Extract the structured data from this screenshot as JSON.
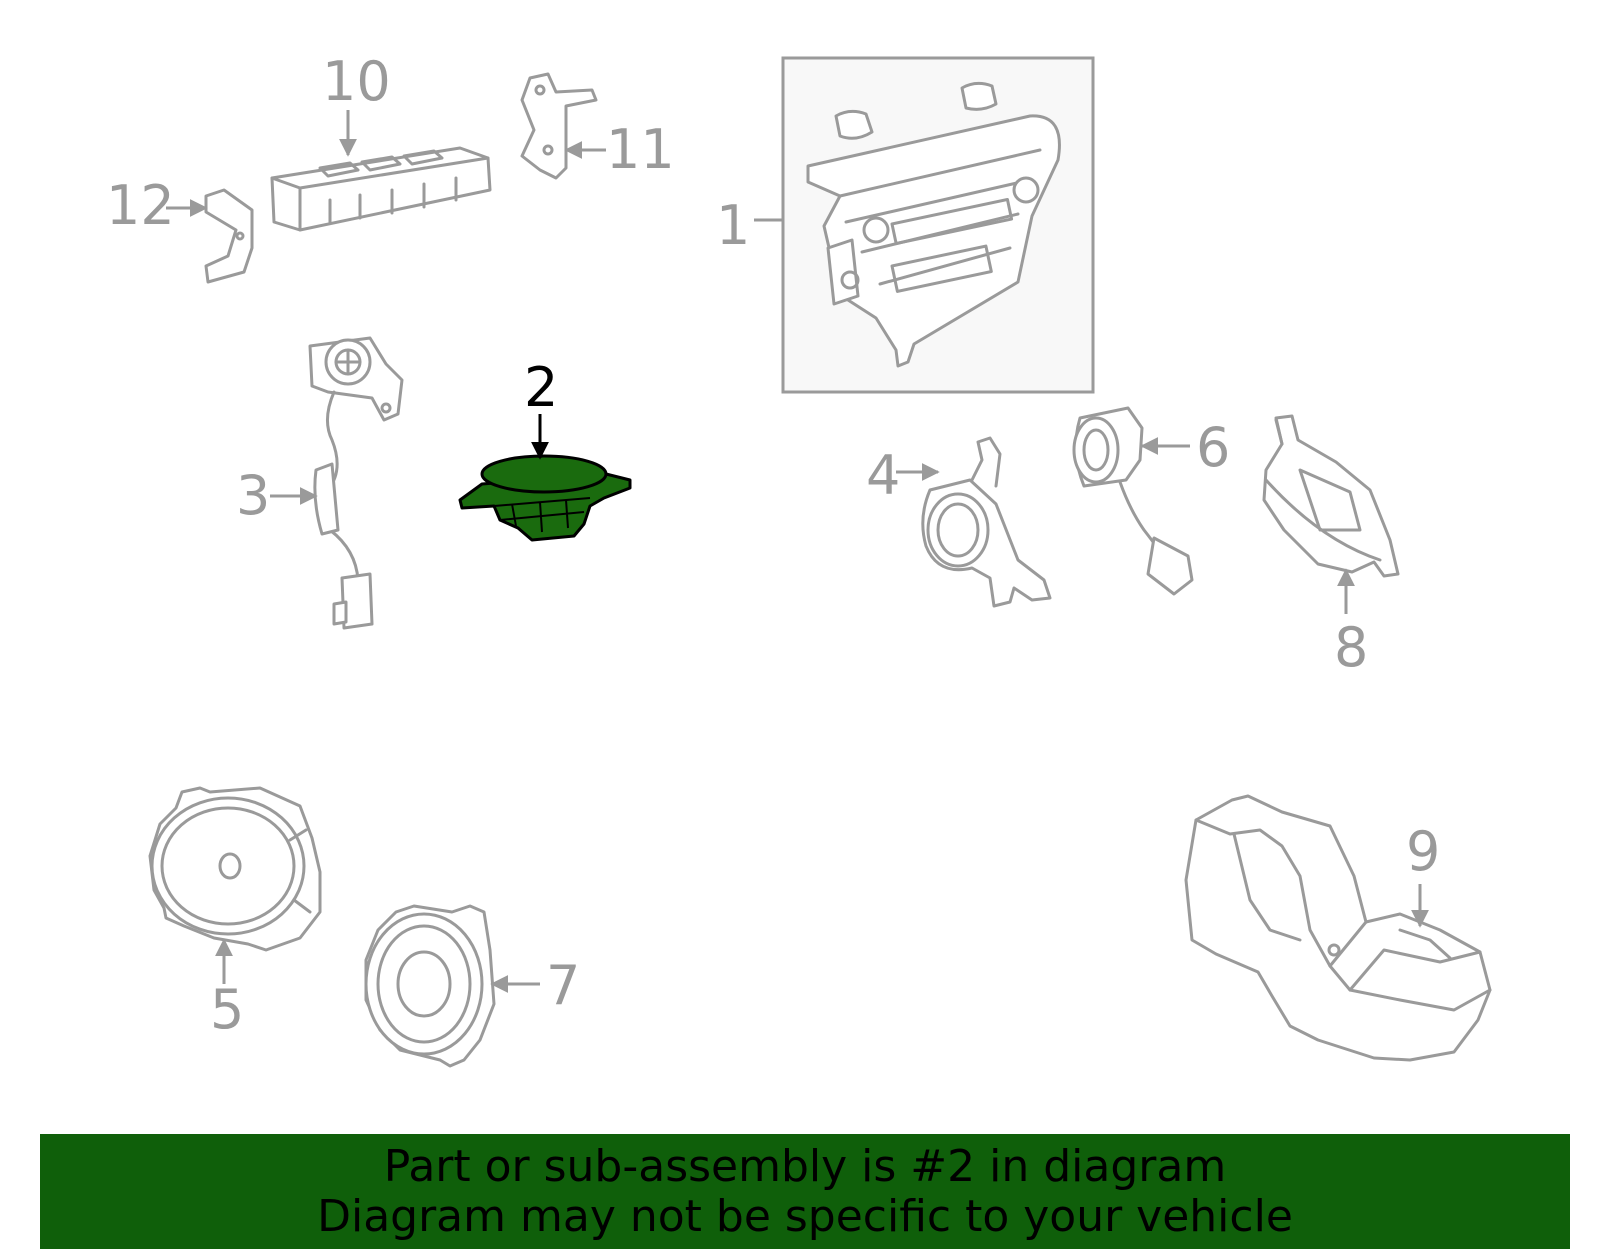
{
  "diagram": {
    "highlighted_part": "2",
    "callouts": [
      "1",
      "2",
      "3",
      "4",
      "5",
      "6",
      "7",
      "8",
      "9",
      "10",
      "11",
      "12"
    ]
  },
  "banner": {
    "line1": "Part or sub-assembly is #2 in diagram",
    "line2": "Diagram may not be specific to your vehicle"
  },
  "colors": {
    "highlight": "#1a6b0e",
    "banner_bg": "#0f5f0a",
    "part_line": "#9a9a9a"
  }
}
